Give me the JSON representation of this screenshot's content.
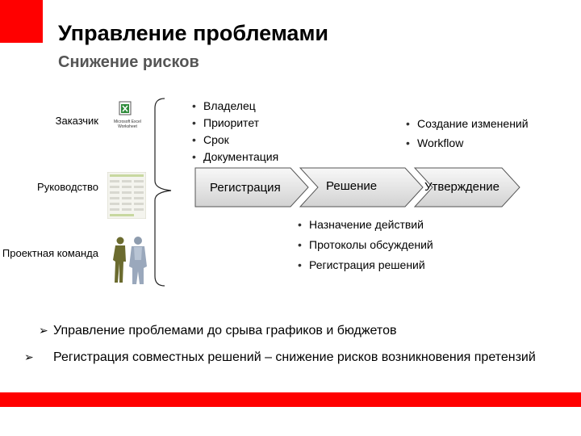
{
  "slide": {
    "title": "Управление проблемами",
    "subtitle": "Снижение рисков",
    "accent_color": "#ff0000"
  },
  "stakeholders": [
    {
      "label": "Заказчик",
      "icon": "excel-worksheet-icon",
      "icon_caption": "Microsoft Excel Worksheet"
    },
    {
      "label": "Руководство",
      "icon": "report-document-icon"
    },
    {
      "label": "Проектная команда",
      "icon": "people-figures-icon"
    }
  ],
  "registration_bullets": [
    "Владелец",
    "Приоритет",
    "Срок",
    "Документация"
  ],
  "approval_bullets": [
    "Создание изменений",
    "Workflow"
  ],
  "process_steps": [
    "Регистрация",
    "Решение",
    "Утверждение"
  ],
  "decision_bullets": [
    "Назначение действий",
    "Протоколы обсуждений",
    "Регистрация решений"
  ],
  "main_points": [
    "Управление проблемами до срыва графиков и бюджетов",
    "Регистрация совместных решений – снижение рисков возникновения претензий"
  ]
}
